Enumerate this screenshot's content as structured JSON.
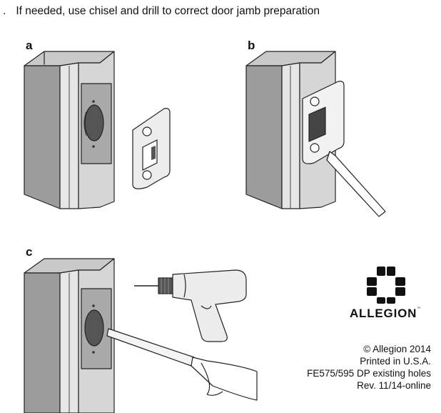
{
  "instruction": {
    "number": ".",
    "text": "If needed, use chisel and drill to correct door jamb preparation"
  },
  "panels": {
    "a": "a",
    "b": "b",
    "c": "c"
  },
  "logo": {
    "wordmark": "ALLEGION",
    "trademark": "™"
  },
  "footer": {
    "copyright": "© Allegion 2014",
    "printed": "Printed in U.S.A.",
    "doc_number": "FE575/595 DP existing holes",
    "revision": "Rev. 11/14-online"
  }
}
